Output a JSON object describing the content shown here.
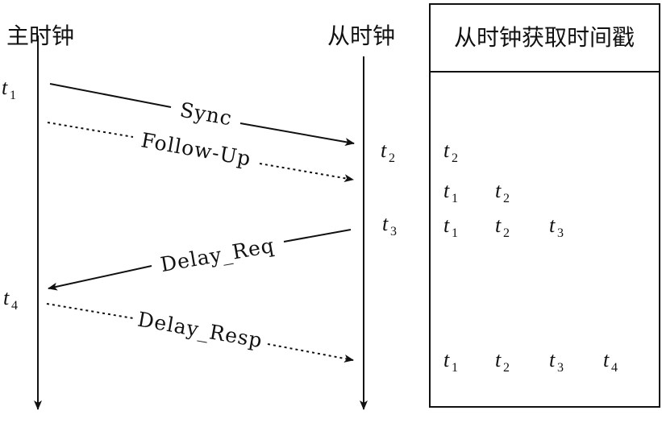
{
  "labels": {
    "master": "主时钟",
    "slave": "从时钟",
    "table_title": "从时钟获取时间戳"
  },
  "messages": [
    {
      "name": "Sync"
    },
    {
      "name": "Follow-Up"
    },
    {
      "name": "Delay_Req"
    },
    {
      "name": "Delay_Resp"
    }
  ],
  "timestamps": {
    "t1": {
      "base": "t",
      "sub": "1"
    },
    "t2": {
      "base": "t",
      "sub": "2"
    },
    "t3": {
      "base": "t",
      "sub": "3"
    },
    "t4": {
      "base": "t",
      "sub": "4"
    }
  },
  "table_rows": [
    [
      {
        "base": "t",
        "sub": "2"
      }
    ],
    [
      {
        "base": "t",
        "sub": "1"
      },
      {
        "base": "t",
        "sub": "2"
      }
    ],
    [
      {
        "base": "t",
        "sub": "1"
      },
      {
        "base": "t",
        "sub": "2"
      },
      {
        "base": "t",
        "sub": "3"
      }
    ],
    [
      {
        "base": "t",
        "sub": "1"
      },
      {
        "base": "t",
        "sub": "2"
      },
      {
        "base": "t",
        "sub": "3"
      },
      {
        "base": "t",
        "sub": "4"
      }
    ]
  ]
}
